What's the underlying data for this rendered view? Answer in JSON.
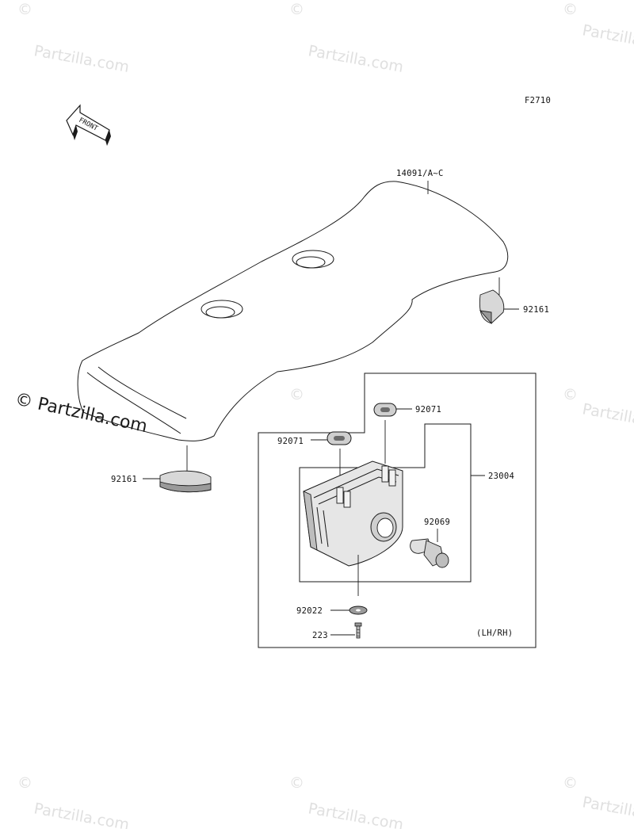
{
  "diagram": {
    "figure_code": "F2710",
    "front_arrow_text": "FRONT",
    "box_note": "(LH/RH)",
    "parts": {
      "seat": "14091/A~C",
      "stopper_rear": "92161",
      "stopper_front": "92161",
      "grommet_right": "92071",
      "grommet_left": "92071",
      "light_assy": "23004",
      "bulb": "92069",
      "washer": "92022",
      "screw": "223"
    }
  },
  "watermark": {
    "text": "Partzilla.com",
    "symbol": "©",
    "dark_text": "© Partzilla.com"
  }
}
